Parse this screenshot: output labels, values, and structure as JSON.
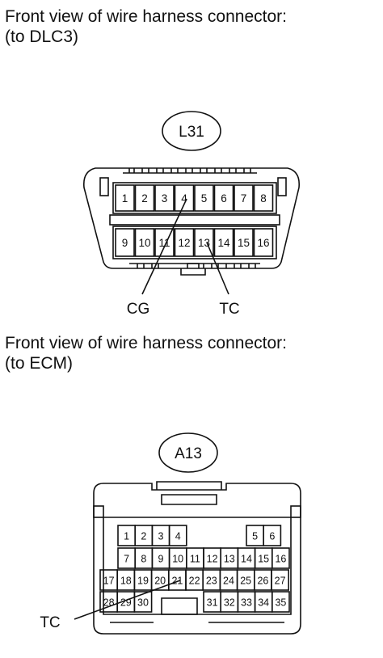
{
  "connector1": {
    "caption_line1": "Front view of wire harness connector:",
    "caption_line2": "(to DLC3)",
    "id": "L31",
    "pins_top": [
      "1",
      "2",
      "3",
      "4",
      "5",
      "6",
      "7",
      "8"
    ],
    "pins_bottom": [
      "9",
      "10",
      "11",
      "12",
      "13",
      "14",
      "15",
      "16"
    ],
    "callouts": [
      {
        "label": "CG",
        "pin": "4"
      },
      {
        "label": "TC",
        "pin": "13"
      }
    ]
  },
  "connector2": {
    "caption_line1": "Front view of wire harness connector:",
    "caption_line2": "(to ECM)",
    "id": "A13",
    "rows": [
      [
        "1",
        "2",
        "3",
        "4",
        "",
        "5",
        "6"
      ],
      [
        "7",
        "8",
        "9",
        "10",
        "11",
        "12",
        "13",
        "14",
        "15",
        "16"
      ],
      [
        "17",
        "18",
        "19",
        "20",
        "21",
        "22",
        "23",
        "24",
        "25",
        "26",
        "27"
      ],
      [
        "28",
        "29",
        "30",
        "31",
        "32",
        "33",
        "34",
        "35"
      ]
    ],
    "callouts": [
      {
        "label": "TC",
        "pin": "21"
      }
    ]
  },
  "colors": {
    "line": "#111111",
    "background": "#ffffff"
  }
}
